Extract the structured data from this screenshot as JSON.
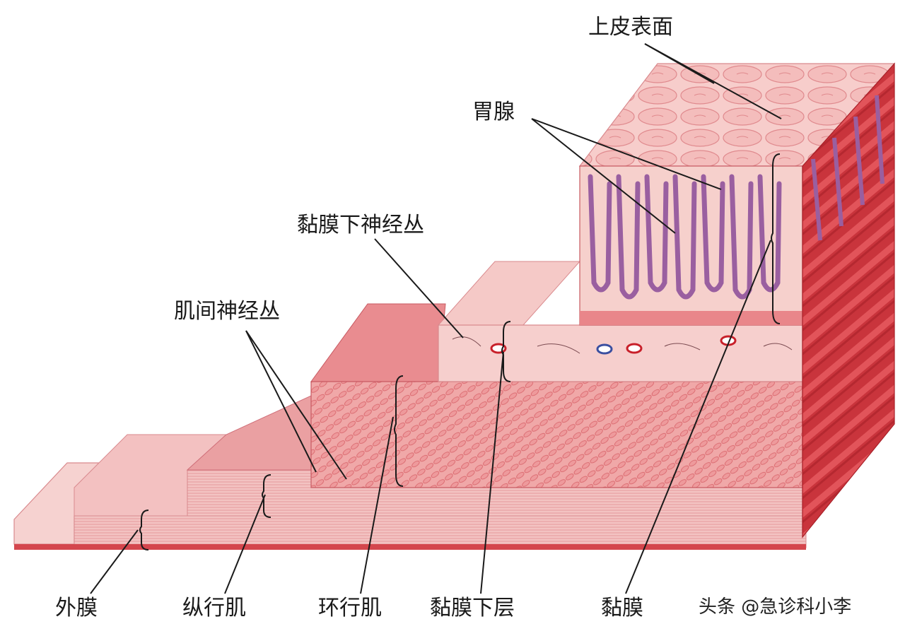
{
  "diagram": {
    "labels": {
      "epithelium_surface": "上皮表面",
      "gastric_glands": "胃腺",
      "submucosal_plexus": "黏膜下神经丛",
      "myenteric_plexus": "肌间神经丛",
      "serosa": "外膜",
      "longitudinal_muscle": "纵行肌",
      "circular_muscle": "环行肌",
      "submucosa": "黏膜下层",
      "mucosa": "黏膜"
    },
    "watermark": "头条 @急诊科小李"
  },
  "colors": {
    "tissue_light": "#f6c6c6",
    "tissue_mid": "#ec9a9c",
    "tissue_dark": "#c8323a",
    "muscle_red": "#d8484f",
    "gland_purple": "#9a5fa0",
    "vessel_blue": "#3a4fa0",
    "line": "#1a1a1a"
  }
}
